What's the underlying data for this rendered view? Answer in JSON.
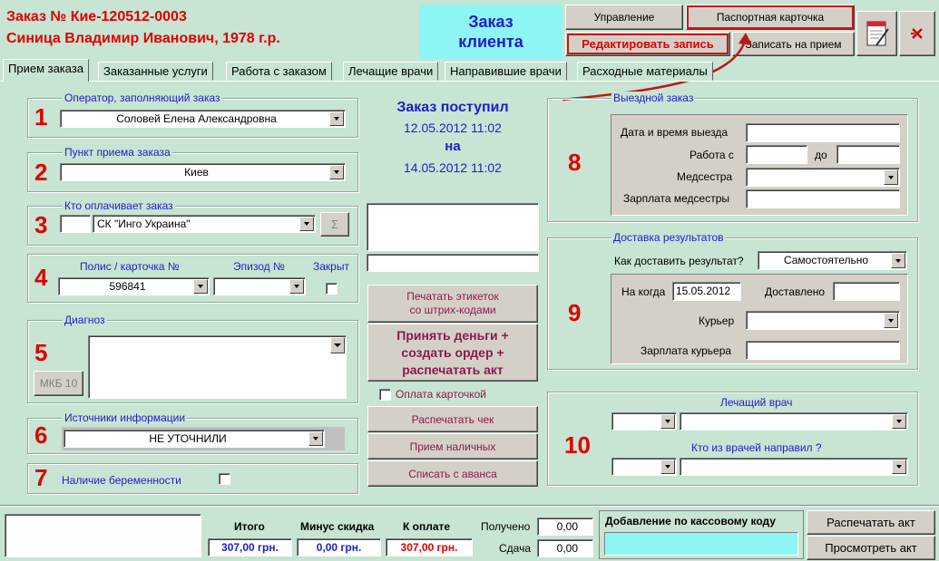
{
  "header": {
    "order_line": "Заказ №  Кие-120512-0003",
    "patient_line": "Синица Владимир Иванович, 1978 г.р.",
    "order_badge": "Заказ\nклиента",
    "btn_manage": "Управление",
    "btn_passport": "Паспортная карточка",
    "btn_edit": "Редактировать запись",
    "btn_appointment": "Записать на прием"
  },
  "tabs": [
    "Прием заказа",
    "Заказанные услуги",
    "Работа с заказом",
    "Лечащие врачи",
    "Направившие врачи",
    "Расходные материалы"
  ],
  "operator": {
    "title": "Оператор, заполняющий заказ",
    "value": "Соловей Елена Александровна",
    "num": "1"
  },
  "point": {
    "title": "Пункт приема заказа",
    "value": "Киев",
    "num": "2"
  },
  "payer": {
    "title": "Кто оплачивает заказ",
    "value": "СК \"Инго Украина\"",
    "sigma": "Σ",
    "num": "3"
  },
  "policy": {
    "policy_label": "Полис / карточка №",
    "episode_label": "Эпизод №",
    "closed_label": "Закрыт",
    "policy_value": "596841",
    "num": "4"
  },
  "diagnosis": {
    "title": "Диагноз",
    "mkb": "МКБ 10",
    "num": "5"
  },
  "sources": {
    "title": "Источники информации",
    "value": "НЕ УТОЧНИЛИ",
    "num": "6"
  },
  "pregnancy": {
    "label": "Наличие беременности",
    "num": "7"
  },
  "received": {
    "title": "Заказ поступил",
    "date1": "12.05.2012 11:02",
    "on": "на",
    "date2": "14.05.2012 11:02"
  },
  "middle_buttons": {
    "print_labels": "Печатать этикеток\nсо штрих-кодами",
    "accept_money": "Принять деньги +\nсоздать ордер +\nраспечатать акт",
    "card_payment": "Оплата карточкой",
    "print_check": "Распечатать чек",
    "cash": "Прием наличных",
    "advance": "Списать с аванса"
  },
  "departure": {
    "title": "Выездной заказ",
    "date_label": "Дата и время выезда",
    "work_from": "Работа с",
    "to": "до",
    "nurse": "Медсестра",
    "nurse_salary": "Зарплата медсестры",
    "num": "8"
  },
  "delivery": {
    "title": "Доставка результатов",
    "how_label": "Как доставить результат?",
    "how_value": "Самостоятельно",
    "when_label": "На когда",
    "when_value": "15.05.2012",
    "delivered": "Доставлено",
    "courier": "Курьер",
    "courier_salary": "Зарплата курьера",
    "num": "9"
  },
  "doctors": {
    "attending": "Лечащий врач",
    "referring": "Кто из врачей направил ?",
    "num": "10"
  },
  "footer": {
    "total_label": "Итого",
    "total_value": "307,00 грн.",
    "discount_label": "Минус скидка",
    "discount_value": "0,00 грн.",
    "pay_label": "К оплате",
    "pay_value": "307,00 грн.",
    "got_label": "Получено",
    "got_value": "0,00",
    "change_label": "Сдача",
    "change_value": "0,00",
    "cash_code_label": "Добавление по кассовому коду",
    "print_act": "Распечатать акт",
    "view_act": "Просмотреть акт"
  },
  "colors": {
    "bg": "#c8e4d2",
    "accent_red": "#e00000",
    "blue": "#1e1ecc",
    "badge": "#8ef5f5"
  }
}
